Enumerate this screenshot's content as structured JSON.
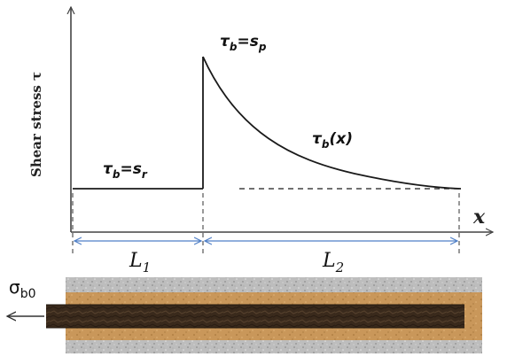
{
  "diagram": {
    "y_axis_label": "Shear stress τ",
    "x_axis_label": "x",
    "residual_label": {
      "lhs": "τ",
      "lhs_sub": "b",
      "eq": "=",
      "rhs": "s",
      "rhs_sub": "r"
    },
    "peak_label": {
      "lhs": "τ",
      "lhs_sub": "b",
      "eq": "=",
      "rhs": "s",
      "rhs_sub": "p"
    },
    "curve_label": {
      "lhs": "τ",
      "lhs_sub": "b",
      "arg": "(x)"
    },
    "segment_1": {
      "main": "L",
      "sub": "1"
    },
    "segment_2": {
      "main": "L",
      "sub": "2"
    },
    "load_label": {
      "main": "σ",
      "sub": "b0"
    }
  },
  "colors": {
    "axis": "#444444",
    "curve": "#1a1a1a",
    "dimension_arrow": "#4f7fc6",
    "grout": "#c9975a",
    "grout_dark": "#a8783f",
    "rock": "#b4b4b4",
    "bar": "#3a2a1c"
  }
}
